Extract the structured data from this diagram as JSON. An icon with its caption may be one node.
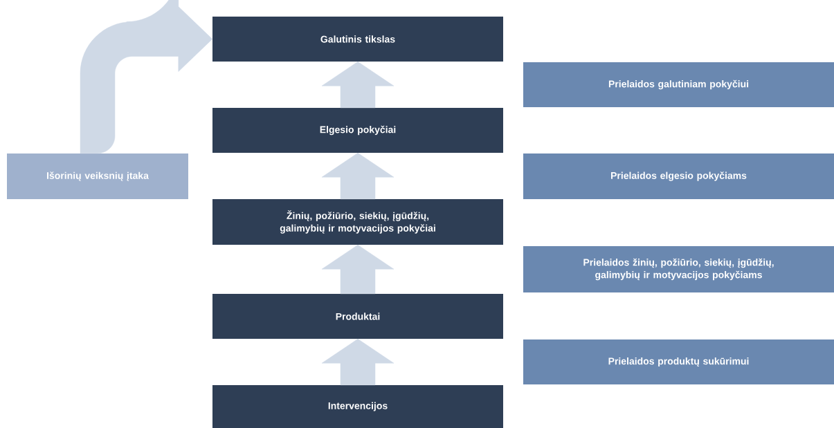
{
  "diagram": {
    "nodes": [
      {
        "text": [
          "Galutinis tikslas"
        ]
      },
      {
        "text": [
          "Elgesio pokyčiai"
        ]
      },
      {
        "text": [
          "Žinių, požiūrio, siekių, įgūdžių, galimybių ir motyvacijos pokyčiai"
        ]
      },
      {
        "text": [
          "Produktai"
        ]
      },
      {
        "text": [
          "Intervencijos"
        ]
      },
      {
        "text": [
          "Išorinių veiksnių įtaka"
        ]
      },
      {
        "text": [
          "Prielaidos galutiniam pokyčiui"
        ]
      },
      {
        "text": [
          "Prielaidos elgesio pokyčiams"
        ]
      },
      {
        "text": [
          "Prielaidos žinių, požiūrio, siekių, įgūdžių, galimybių ir motyvacijos pokyčiams"
        ]
      },
      {
        "text": [
          "Prielaidos produktų sukūrimui"
        ]
      }
    ],
    "edges": [
      {
        "from": 4,
        "to": 3,
        "arrow": "to"
      },
      {
        "from": 3,
        "to": 2,
        "arrow": "to"
      },
      {
        "from": 2,
        "to": 1,
        "arrow": "to"
      },
      {
        "from": 1,
        "to": 0,
        "arrow": "to"
      },
      {
        "from": 5,
        "to": 0,
        "arrow": "to"
      }
    ]
  }
}
